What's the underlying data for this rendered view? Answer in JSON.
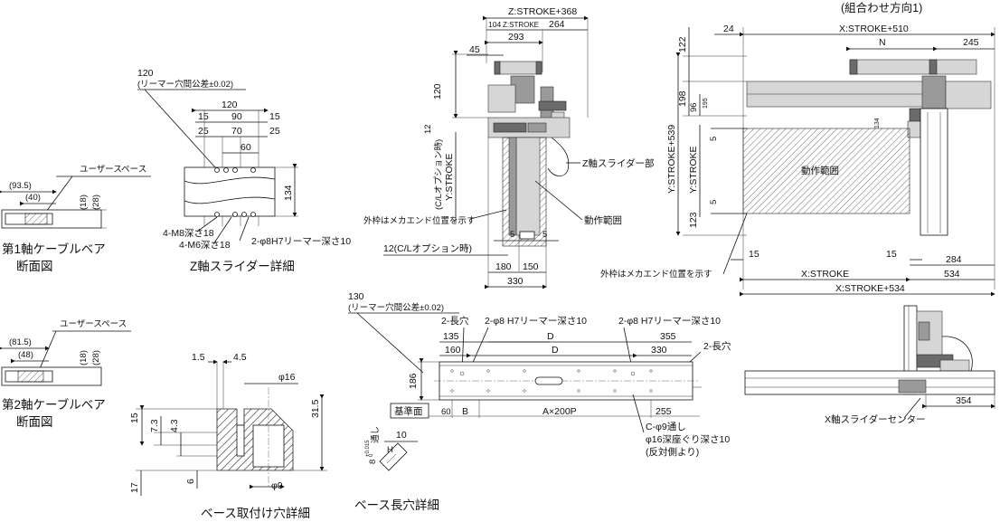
{
  "title_config": "(組合わせ方向1)",
  "axis1": {
    "title_1": "第1軸ケーブルベア",
    "title_2": "断面図",
    "user_space": "ユーザースペース",
    "d_935": "(93.5)",
    "d_40": "(40)",
    "d_18": "(18)",
    "d_28": "(28)"
  },
  "axis2": {
    "title_1": "第2軸ケーブルベア",
    "title_2": "断面図",
    "user_space": "ユーザースペース",
    "d_815": "(81.5)",
    "d_48": "(48)",
    "d_18": "(18)",
    "d_28": "(28)"
  },
  "zslider": {
    "title": "Z軸スライダー詳細",
    "d_120_top": "120",
    "tol": "(リーマー穴間公差±0.02)",
    "d_120": "120",
    "d_15a": "15",
    "d_90": "90",
    "d_15b": "15",
    "d_25a": "25",
    "d_70": "70",
    "d_25b": "25",
    "d_60": "60",
    "d_134": "134",
    "m8": "4-M8深さ18",
    "m6": "4-M6深さ18",
    "reamer": "2-φ8H7リーマー深さ10"
  },
  "baseHole": {
    "title": "ベース取付け穴詳細",
    "d_15": "1.5",
    "d_45": "4.5",
    "d_phi16": "φ16",
    "d_15v": "15",
    "d_73": "7.3",
    "d_43": "4.3",
    "d_315": "31.5",
    "d_17": "17",
    "d_6": "6",
    "d_phi9": "φ9"
  },
  "baseSlot": {
    "title": "ベース長穴詳細",
    "d_130": "130",
    "tol": "(リーマー穴間公差±0.02)",
    "slot2a": "2-長穴",
    "reamer1": "2-φ8 H7リーマー深さ10",
    "reamer2": "2-φ8 H7リーマー深さ10",
    "d_135": "135",
    "d_160": "160",
    "d_D1": "D",
    "d_D2": "D",
    "d_355": "355",
    "d_330": "330",
    "slot2b": "2-長穴",
    "d_186": "186",
    "ref_plane": "基準面",
    "d_60": "60",
    "d_B": "B",
    "d_Ax200P": "A×200P",
    "d_255": "255",
    "c_holes_1": "C-φ9通し",
    "c_holes_2": "φ16深座ぐり深さ10",
    "c_holes_3": "(反対側より)",
    "d_8": "8",
    "d_tol": "+0.015",
    "d_tol2": "0",
    "thru": "通し",
    "d_10": "10",
    "d_h": "H"
  },
  "front": {
    "zstroke368": "Z:STROKE+368",
    "d_104": "104",
    "zstroke_small": "Z:STROKE",
    "d_264": "264",
    "d_293": "293",
    "d_45": "45",
    "d_120": "120",
    "ystroke": "Y:STROKE",
    "cl_option": "(C/Lオプション時)",
    "d_12": "12",
    "zslider_part": "Z軸スライダー部",
    "frame_mech": "外枠はメカエンド位置を示す",
    "range": "動作範囲",
    "d_5a": "5",
    "d_5b": "5",
    "d_12cl": "12(C/Lオプション時)",
    "d_180": "180",
    "d_150": "150",
    "d_330": "330"
  },
  "top": {
    "d_24": "24",
    "xstroke510": "X:STROKE+510",
    "d_N": "N",
    "d_245": "245",
    "d_122": "122",
    "d_198": "198",
    "d_96": "96",
    "d_195": "195",
    "d_134": "134",
    "ystroke539": "Y:STROKE+539",
    "ystroke": "Y:STROKE",
    "d_5a": "5",
    "d_5b": "5",
    "d_123": "123",
    "range": "動作範囲",
    "d_15a": "15",
    "d_15b": "15",
    "d_284": "284",
    "frame_mech": "外枠はメカエンド位置を示す",
    "xstroke": "X:STROKE",
    "d_534": "534",
    "xstroke534": "X:STROKE+534"
  },
  "side": {
    "d_354": "354",
    "x_center": "X軸スライダーセンター"
  }
}
